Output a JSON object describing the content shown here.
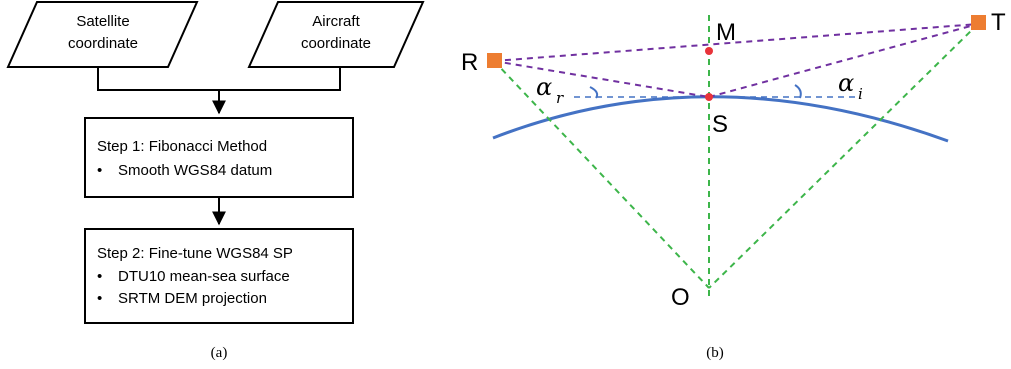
{
  "flowchart": {
    "input_left": {
      "line1": "Satellite",
      "line2": "coordinate"
    },
    "input_right": {
      "line1": "Aircraft",
      "line2": "coordinate"
    },
    "step1": {
      "title": "Step 1: Fibonacci Method",
      "bullet1": "Smooth WGS84 datum"
    },
    "step2": {
      "title": "Step 2: Fine-tune WGS84 SP",
      "bullet1": "DTU10 mean-sea surface",
      "bullet2": "SRTM DEM projection"
    },
    "bullet_char": "•",
    "caption": "(a)"
  },
  "geometry": {
    "labels": {
      "R": "R",
      "T": "T",
      "M": "M",
      "S": "S",
      "O": "O"
    },
    "angle_r": {
      "symbol": "α",
      "sub": "r"
    },
    "angle_i": {
      "symbol": "α",
      "sub": "i"
    },
    "caption": "(b)",
    "colors": {
      "surface": "#4472C4",
      "radial": "#3DB54A",
      "ray": "#7030A0",
      "tangent": "#4472C4",
      "point": "#E8333A",
      "antenna": "#ED7D31"
    }
  }
}
